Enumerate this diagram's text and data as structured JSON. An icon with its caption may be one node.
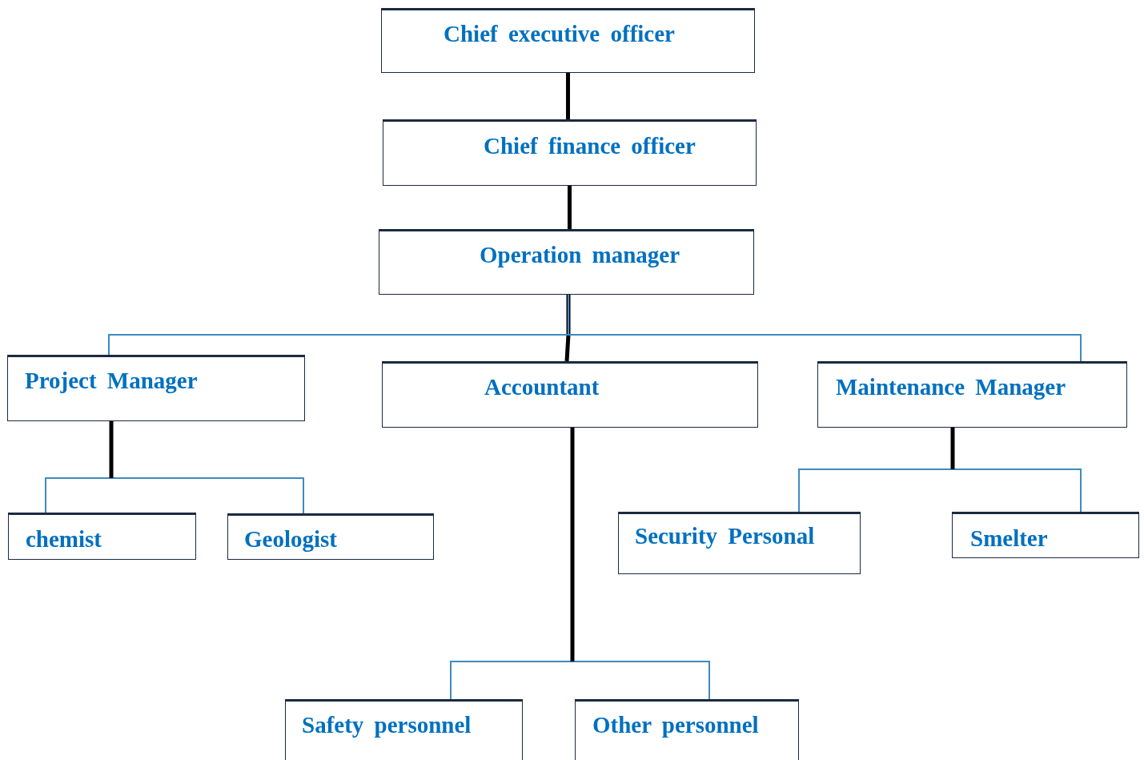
{
  "diagram": {
    "nodes": [
      {
        "text": [
          "Chief executive officer"
        ]
      },
      {
        "text": [
          "Chief finance officer"
        ]
      },
      {
        "text": [
          "Operation manager"
        ]
      },
      {
        "text": [
          "Project Manager"
        ]
      },
      {
        "text": [
          "Accountant"
        ]
      },
      {
        "text": [
          "Maintenance Manager"
        ]
      },
      {
        "text": [
          "chemist"
        ]
      },
      {
        "text": [
          "Geologist"
        ]
      },
      {
        "text": [
          "Security Personal"
        ]
      },
      {
        "text": [
          "Smelter"
        ]
      },
      {
        "text": [
          "Safety personnel"
        ]
      },
      {
        "text": [
          "Other personnel"
        ]
      }
    ],
    "edges": [
      {
        "from": 0,
        "to": 1,
        "arrow": "none",
        "style": "thick",
        "color": "#000000"
      },
      {
        "from": 1,
        "to": 2,
        "arrow": "none",
        "style": "thick",
        "color": "#000000"
      },
      {
        "from": 2,
        "to": 4,
        "arrow": "none",
        "style": "thick",
        "color": "#000000"
      },
      {
        "from": 2,
        "to": 3,
        "arrow": "none"
      },
      {
        "from": 2,
        "to": 5,
        "arrow": "none"
      },
      {
        "from": 3,
        "to": 6,
        "arrow": "none"
      },
      {
        "from": 3,
        "to": 7,
        "arrow": "none"
      },
      {
        "from": 4,
        "to": 10,
        "arrow": "none"
      },
      {
        "from": 4,
        "to": 11,
        "arrow": "none"
      },
      {
        "from": 5,
        "to": 8,
        "arrow": "none"
      },
      {
        "from": 5,
        "to": 9,
        "arrow": "none"
      }
    ]
  }
}
